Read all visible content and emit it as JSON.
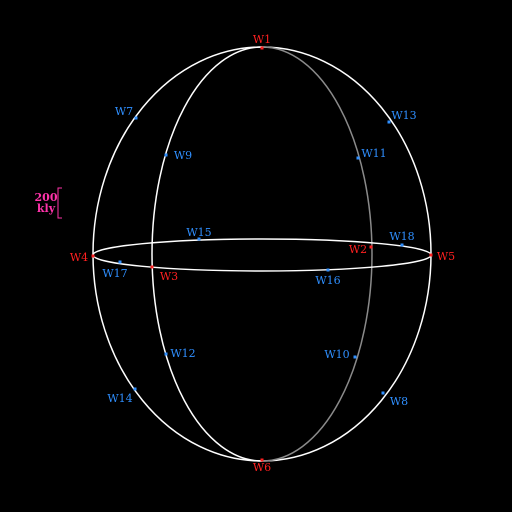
{
  "colors": {
    "background": "#000000",
    "outline": "#ffffff",
    "back_meridian": "#8a8a8a",
    "primary_point": "#ff2020",
    "secondary_point": "#2f8fff",
    "scale_bar": "#ff33aa"
  },
  "scale_bar": {
    "value": "200",
    "unit": "kly"
  },
  "points": [
    {
      "id": "W1",
      "label": "W1",
      "kind": "primary"
    },
    {
      "id": "W2",
      "label": "W2",
      "kind": "primary"
    },
    {
      "id": "W3",
      "label": "W3",
      "kind": "primary"
    },
    {
      "id": "W4",
      "label": "W4",
      "kind": "primary"
    },
    {
      "id": "W5",
      "label": "W5",
      "kind": "primary"
    },
    {
      "id": "W6",
      "label": "W6",
      "kind": "primary"
    },
    {
      "id": "W7",
      "label": "W7",
      "kind": "secondary"
    },
    {
      "id": "W8",
      "label": "W8",
      "kind": "secondary"
    },
    {
      "id": "W9",
      "label": "W9",
      "kind": "secondary"
    },
    {
      "id": "W10",
      "label": "W10",
      "kind": "secondary"
    },
    {
      "id": "W11",
      "label": "W11",
      "kind": "secondary"
    },
    {
      "id": "W12",
      "label": "W12",
      "kind": "secondary"
    },
    {
      "id": "W13",
      "label": "W13",
      "kind": "secondary"
    },
    {
      "id": "W14",
      "label": "W14",
      "kind": "secondary"
    },
    {
      "id": "W15",
      "label": "W15",
      "kind": "secondary"
    },
    {
      "id": "W16",
      "label": "W16",
      "kind": "secondary"
    },
    {
      "id": "W17",
      "label": "W17",
      "kind": "secondary"
    },
    {
      "id": "W18",
      "label": "W18",
      "kind": "secondary"
    }
  ]
}
